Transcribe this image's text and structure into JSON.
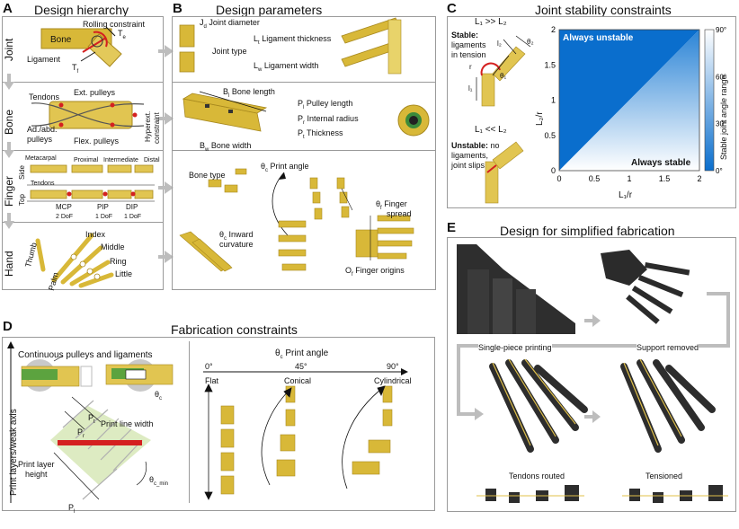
{
  "panel_A": {
    "label": "A",
    "title": "Design hierarchy",
    "rows": [
      "Joint",
      "Bone",
      "Finger",
      "Hand"
    ],
    "joint": {
      "rolling": "Rolling constraint",
      "bone": "Bone",
      "ligament": "Ligament",
      "te": "T",
      "te_sub": "e",
      "tf": "T",
      "tf_sub": "f"
    },
    "bone": {
      "tendons": "Tendons",
      "ext_pulleys": "Ext. pulleys",
      "adabd_1": "Ad./abd.",
      "adabd_2": "pulleys",
      "flex_pulleys": "Flex. pulleys",
      "hyper_1": "Hyperext.",
      "hyper_2": "constraint"
    },
    "finger": {
      "metacarpal": "Metacarpal",
      "proximal": "Proximal",
      "intermediate": "Intermediate",
      "distal": "Distal",
      "top": "Top",
      "side": "Side",
      "tendons": "Tendons",
      "mcp": "MCP",
      "mcp_dof": "2 DoF",
      "pip": "PIP",
      "pip_dof": "1 DoF",
      "dip": "DIP",
      "dip_dof": "1 DoF"
    },
    "hand": {
      "index": "Index",
      "middle": "Middle",
      "ring": "Ring",
      "little": "Little",
      "thumb": "Thumb",
      "palm": "Palm"
    }
  },
  "panel_B": {
    "label": "B",
    "title": "Design parameters",
    "jd": "J",
    "jd_sub": "d",
    "jd_text": "Joint diameter",
    "lt": "L",
    "lt_sub": "t",
    "lt_text": "Ligament thickness",
    "joint_type": "Joint type",
    "lw": "L",
    "lw_sub": "w",
    "lw_text": "Ligament width",
    "bl": "B",
    "bl_sub": "l",
    "bl_text": "Bone length",
    "pl": "P",
    "pl_sub": "l",
    "pl_text": "Pulley length",
    "pr": "P",
    "pr_sub": "r",
    "pr_text": "Internal radius",
    "pt": "P",
    "pt_sub": "t",
    "pt_text": "Thickness",
    "bw": "B",
    "bw_sub": "w",
    "bw_text": "Bone width",
    "bone_type": "Bone type",
    "print_angle": "θ",
    "print_angle_sub": "c",
    "print_angle_text": "Print angle",
    "spread": "θ",
    "spread_sub": "f",
    "spread_text_1": "Finger",
    "spread_text_2": "spread",
    "inward": "θ",
    "inward_sub": "c",
    "inward_text_1": "Inward",
    "inward_text_2": "curvature",
    "origins": "O",
    "origins_sub": "f",
    "origins_text": "Finger origins"
  },
  "panel_C": {
    "label": "C",
    "title": "Joint stability constraints",
    "stable_cond": "L₁ >> L₂",
    "stable_bold": "Stable:",
    "stable_text_1": "ligaments",
    "stable_text_2": "in tension",
    "unstable_cond": "L₁ << L₂",
    "unstable_bold": "Unstable:",
    "unstable_text_1": "no",
    "unstable_text_2": "ligaments,",
    "unstable_text_3": "joint slips",
    "sym_r": "r",
    "sym_l1": "l₁",
    "sym_l2": "l₂",
    "sym_t1": "θ₁",
    "sym_t2": "θ₂"
  },
  "chart_data": {
    "type": "heatmap",
    "xlabel": "L₁/r",
    "ylabel": "L₂/r",
    "xlim": [
      0,
      2
    ],
    "ylim": [
      0,
      2
    ],
    "xticks": [
      "0",
      "0.5",
      "1",
      "1.5",
      "2"
    ],
    "yticks": [
      "0",
      "0.5",
      "1",
      "1.5",
      "2"
    ],
    "colorbar_label": "Stable joint angle range",
    "colorbar_ticks": [
      "0°",
      "30°",
      "60°",
      "90°"
    ],
    "colorbar_range": [
      0,
      90
    ],
    "region_top": "Always unstable",
    "region_bottom": "Always stable",
    "boundary": {
      "x": [
        0,
        2
      ],
      "y": [
        0,
        2
      ]
    },
    "colors": {
      "low": "#0a6ecd",
      "high": "#ffffff"
    }
  },
  "panel_D": {
    "label": "D",
    "title": "Fabrication constraints",
    "continuous": "Continuous pulleys and ligaments",
    "axis_label": "Print layers/weak axis",
    "theta_c": "θ",
    "theta_c_sub": "c",
    "pt": "P",
    "pt_sub": "t",
    "pr": "P",
    "pr_sub": "r",
    "pl": "P",
    "pl_sub": "l",
    "line_width": "Print line width",
    "layer_1": "Print layer",
    "layer_2": "height",
    "theta_min": "θ",
    "theta_min_sub": "c_min",
    "print_angle": "θ",
    "print_angle_sub": "c",
    "print_angle_text": "Print angle",
    "angles": [
      "0°",
      "45°",
      "90°"
    ],
    "angle_names": [
      "Flat",
      "Conical",
      "Cylindrical"
    ]
  },
  "panel_E": {
    "label": "E",
    "title": "Design for simplified fabrication",
    "captions": [
      "Single-piece printing",
      "Support removed",
      "Tendons routed",
      "Tensioned"
    ]
  },
  "colors": {
    "gold": "#d8b838",
    "gold_dark": "#a8891e",
    "red": "#d42020",
    "gray_arrow": "#bdbdbd",
    "blue": "#0a6ecd",
    "print_dark": "#2a2a2a"
  }
}
